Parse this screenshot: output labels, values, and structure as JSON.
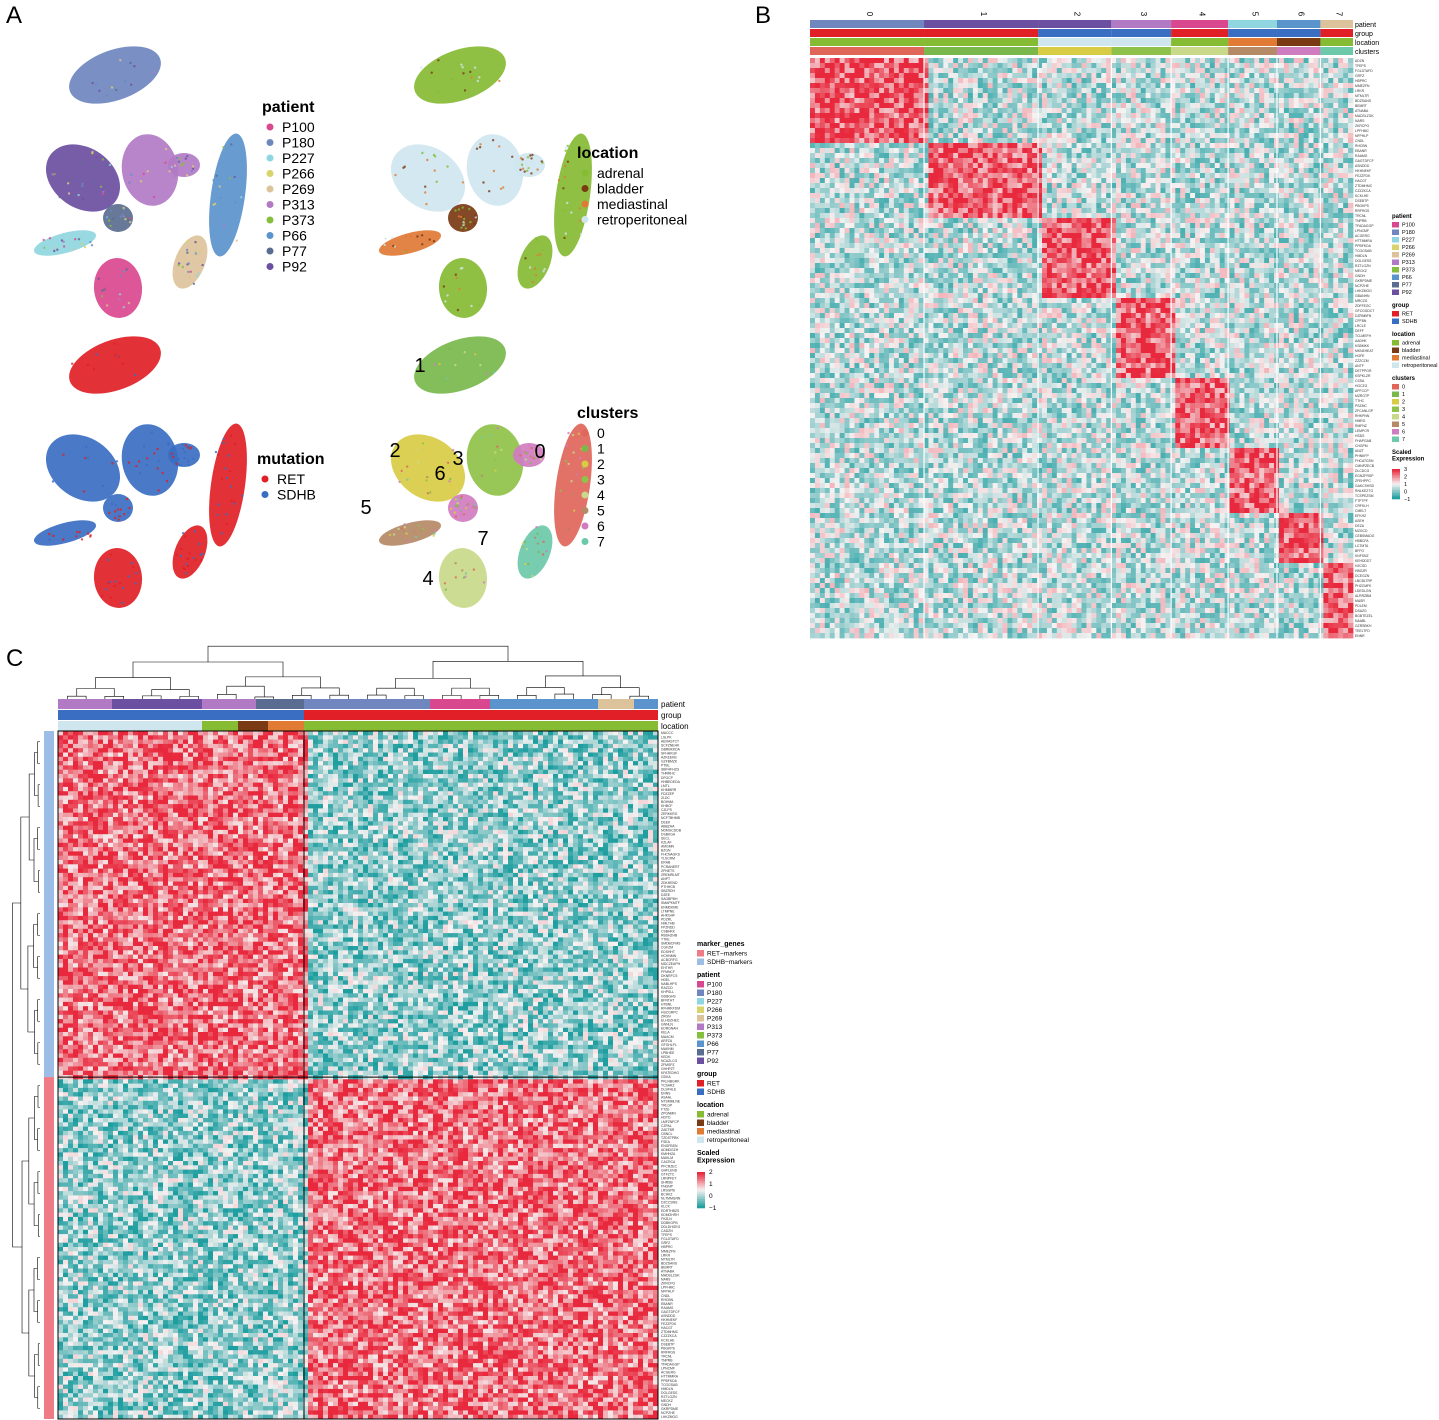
{
  "panels": {
    "a": "A",
    "b": "B",
    "c": "C"
  },
  "colors": {
    "patients": [
      "#d9488f",
      "#6f86bf",
      "#8fd6e0",
      "#d8d36a",
      "#dcc39b",
      "#b27ac5",
      "#86be3e",
      "#5b93cc",
      "#5a6c8f",
      "#6b4fa0"
    ],
    "mutation": [
      "#e01f26",
      "#3a6ec2"
    ],
    "location": [
      "#86bb34",
      "#7a3a14",
      "#e07a35",
      "#cfe6ef"
    ],
    "clusters": [
      "#e0665a",
      "#7ab84c",
      "#d8cc45",
      "#8fc24a",
      "#c9d98a",
      "#b58a66",
      "#d07cc0",
      "#6cc9a9"
    ],
    "marker_genes": [
      "#ef7b86",
      "#9bbde6"
    ],
    "heat_low": "#1f9ea0",
    "heat_mid": "#f6f2f2",
    "heat_high": "#e8283c"
  },
  "chart_data": [
    {
      "type": "scatter",
      "panel": "A",
      "plots": [
        {
          "legend_title": "patient",
          "legend_entries": [
            "P100",
            "P180",
            "P227",
            "P266",
            "P269",
            "P313",
            "P373",
            "P66",
            "P77",
            "P92"
          ]
        },
        {
          "legend_title": "location",
          "legend_entries": [
            "adrenal",
            "bladder",
            "mediastinal",
            "retroperitoneal"
          ]
        },
        {
          "legend_title": "mutation",
          "legend_entries": [
            "RET",
            "SDHB"
          ]
        },
        {
          "legend_title": "clusters",
          "legend_entries": [
            "0",
            "1",
            "2",
            "3",
            "4",
            "5",
            "6",
            "7"
          ],
          "cluster_labels": [
            "0",
            "1",
            "2",
            "3",
            "4",
            "5",
            "6",
            "7"
          ]
        }
      ]
    },
    {
      "type": "heatmap",
      "panel": "B",
      "column_groups": [
        "0",
        "1",
        "2",
        "3",
        "4",
        "5",
        "6",
        "7"
      ],
      "annotation_tracks": [
        "patient",
        "group",
        "location",
        "clusters"
      ],
      "legends": [
        {
          "title": "patient",
          "entries": [
            "P100",
            "P180",
            "P227",
            "P266",
            "P269",
            "P313",
            "P373",
            "P66",
            "P77",
            "P92"
          ]
        },
        {
          "title": "group",
          "entries": [
            "RET",
            "SDHB"
          ]
        },
        {
          "title": "location",
          "entries": [
            "adrenal",
            "bladder",
            "mediastinal",
            "retroperitoneal"
          ]
        },
        {
          "title": "clusters",
          "entries": [
            "0",
            "1",
            "2",
            "3",
            "4",
            "5",
            "6",
            "7"
          ]
        }
      ],
      "scale": {
        "title_line1": "Scaled",
        "title_line2": "Expression",
        "ticks": [
          "3",
          "2",
          "1",
          "0",
          "−1"
        ],
        "range": [
          -1,
          3
        ]
      }
    },
    {
      "type": "heatmap",
      "panel": "C",
      "annotation_tracks": [
        "patient",
        "group",
        "location"
      ],
      "row_groups": [
        "SDHB−markers",
        "RET−markers"
      ],
      "legends": [
        {
          "title": "marker_genes",
          "entries": [
            "RET−markers",
            "SDHB−markers"
          ]
        },
        {
          "title": "patient",
          "entries": [
            "P100",
            "P180",
            "P227",
            "P266",
            "P269",
            "P313",
            "P373",
            "P66",
            "P77",
            "P92"
          ]
        },
        {
          "title": "group",
          "entries": [
            "RET",
            "SDHB"
          ]
        },
        {
          "title": "location",
          "entries": [
            "adrenal",
            "bladder",
            "mediastinal",
            "retroperitoneal"
          ]
        }
      ],
      "scale": {
        "title_line1": "Scaled",
        "title_line2": "Expression",
        "ticks": [
          "2",
          "1",
          "0",
          "−1"
        ],
        "range": [
          -1,
          2
        ]
      }
    }
  ]
}
